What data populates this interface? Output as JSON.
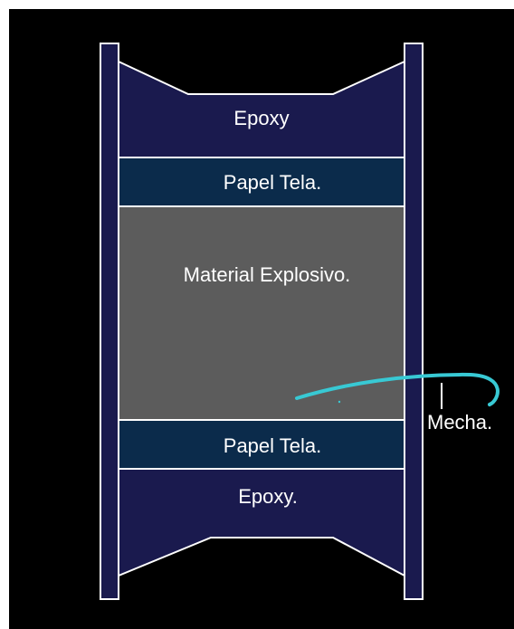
{
  "layers": {
    "top_epoxy": "Epoxy",
    "top_paper": "Papel Tela.",
    "explosive": "Material Explosivo.",
    "bottom_paper": "Papel Tela.",
    "bottom_epoxy": "Epoxy."
  },
  "fuse_label": "Mecha.",
  "colors": {
    "background": "#000000",
    "frame": "#ffffff",
    "epoxy": "#1a1a4e",
    "paper": "#0b2b4b",
    "explosive": "#5c5c5c",
    "fuse": "#38c9d4",
    "text": "#ffffff"
  }
}
